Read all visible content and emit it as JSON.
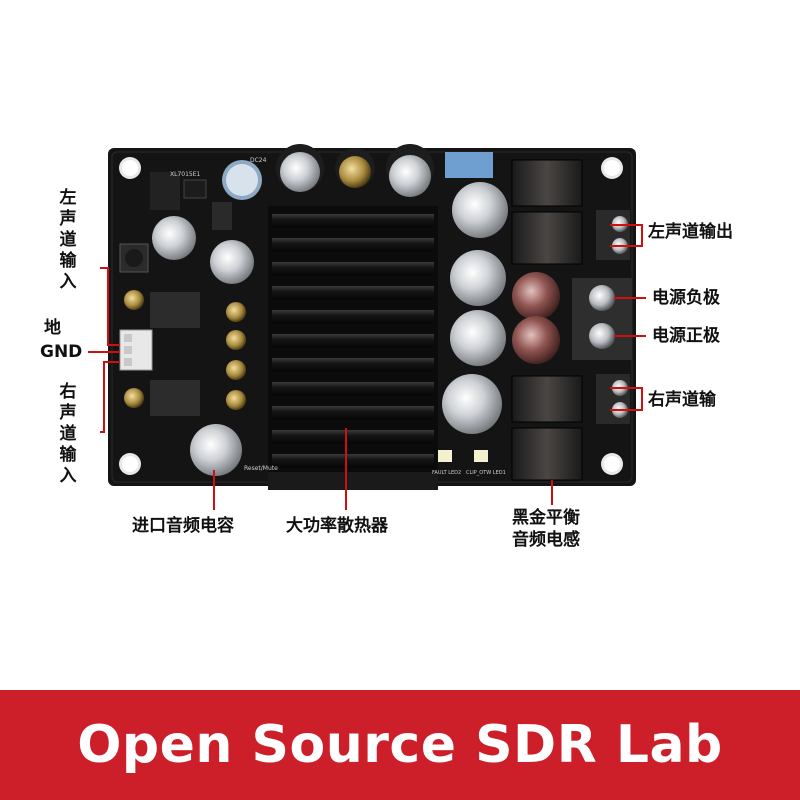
{
  "labels": {
    "left_input": "左声道输入",
    "ground_cn": "地",
    "ground_en": "GND",
    "right_input": "右声道输入",
    "left_output": "左声道输出",
    "power_negative": "电源负极",
    "power_positive": "电源正极",
    "right_output": "右声道输",
    "input_capacitor": "进口音频电容",
    "heatsink": "大功率散热器",
    "inductor_line1": "黑金平衡",
    "inductor_line2": "音频电感"
  },
  "silkscreen": {
    "dc_label": "DC24",
    "chip_label": "XL7015E1",
    "reset_mute": "Reset/Mute",
    "fault_led": "FAULT LED2",
    "clip_led": "CLIP_OTW LED1"
  },
  "banner": {
    "text": "Open Source SDR Lab"
  },
  "colors": {
    "pcb": "#151515",
    "heatsink": "#0d0d0d",
    "pointer": "#d01010",
    "banner": "#cc1f2a",
    "connector_green": "#2b2b2b"
  }
}
